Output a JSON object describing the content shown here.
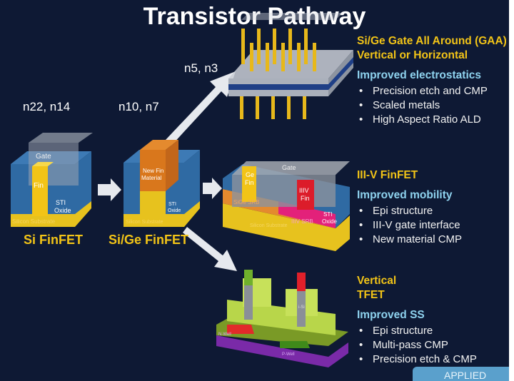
{
  "title": "Transistor Pathway",
  "nodes": {
    "n22_n14": "n22, n14",
    "n10_n7": "n10, n7",
    "n5_n3": "n5, n3"
  },
  "devices": {
    "si_finfet": {
      "label": "Si FinFET",
      "gate": "Gate",
      "fin": "Fin",
      "sti": "STI",
      "oxide": "Oxide",
      "substrate": "Silicon Substrate"
    },
    "sige_finfet": {
      "label": "Si/Ge FinFET",
      "new_fin": "New Fin",
      "material": "Material",
      "sti": "STI",
      "oxide": "Oxide",
      "substrate": "Silicon Substrate"
    },
    "iiiv_finfet": {
      "gate": "Gate",
      "ge": "Ge",
      "fin1": "Fin",
      "iiiv": "IIIV",
      "fin2": "Fin",
      "sige_srb": "SiGe SRB",
      "iiiv_srb": "IIIV SRB",
      "sti": "STI",
      "oxide": "Oxide",
      "substrate": "Silicon Substrate"
    },
    "tfet": {
      "nwell": "N-Well",
      "pwell": "P-Well",
      "si": "i-Si"
    }
  },
  "sections": [
    {
      "heading": [
        "Si/Ge Gate All Around (GAA)",
        "Vertical or Horizontal"
      ],
      "subheading": "Improved electrostatics",
      "bullets": [
        "Precision etch and CMP",
        "Scaled metals",
        "High Aspect Ratio ALD"
      ]
    },
    {
      "heading": [
        "III-V FinFET"
      ],
      "subheading": "Improved mobility",
      "bullets": [
        "Epi structure",
        "III-V gate interface",
        "New material CMP"
      ]
    },
    {
      "heading": [
        "Vertical",
        "TFET"
      ],
      "subheading": "Improved SS",
      "bullets": [
        "Epi structure",
        "Multi-pass CMP",
        "Precision etch & CMP"
      ]
    }
  ],
  "logo": "APPLIED",
  "colors": {
    "background": "#0e1934",
    "yellow": "#f2c417",
    "cyan": "#8fd3ef"
  }
}
